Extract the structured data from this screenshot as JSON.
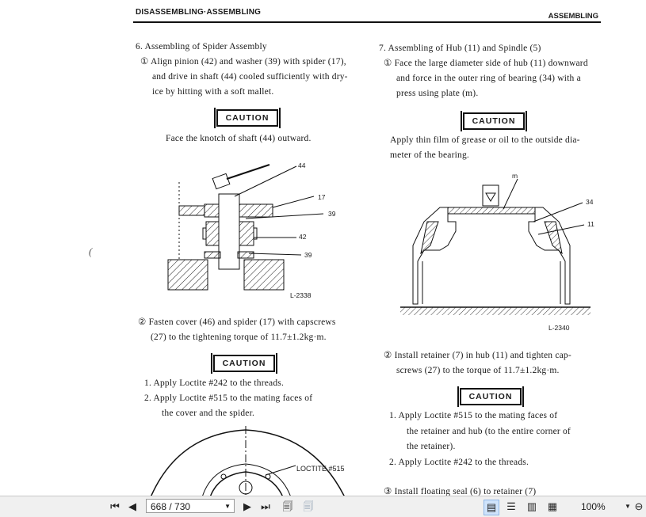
{
  "header": {
    "left": "DISASSEMBLING·ASSEMBLING",
    "right": "ASSEMBLING"
  },
  "left_col": {
    "s6_title": "6.   Assembling of Spider Assembly",
    "s6_step1_l1": "①  Align pinion (42) and washer (39) with spider (17),",
    "s6_step1_l2": "and drive in shaft (44) cooled sufficiently with dry-",
    "s6_step1_l3": "ice by hitting with a soft mallet.",
    "caution1": "CAUTION",
    "caution1_text": "Face the knotch of shaft (44) outward.",
    "fig1_labels": {
      "l44": "44",
      "l17": "17",
      "l39a": "39",
      "l42": "42",
      "l39b": "39",
      "code": "L-2338"
    },
    "s6_step2_l1": "②  Fasten  cover (46)  and  spider (17)  with  capscrews",
    "s6_step2_l2": "(27)  to  the  tightening torque of  11.7±1.2kg·m.",
    "caution2": "CAUTION",
    "c2_item1": "1.   Apply  Loctite  #242  to  the  threads.",
    "c2_item2_l1": "2.   Apply  Loctite  #515  to  the  mating faces of",
    "c2_item2_l2": "the  cover  and  the  spider.",
    "fig3_label": "LOCTITE #515"
  },
  "right_col": {
    "s7_title": "7.   Assembling of Hub (11) and Spindle (5)",
    "s7_step1_l1": "①  Face  the  large diameter side of hub (11) downward",
    "s7_step1_l2": "and  force  in  the  outer ring of bearing (34) with a",
    "s7_step1_l3": "press using plate (m).",
    "caution3": "CAUTION",
    "c3_l1": "Apply  thin film of  grease  or oil to the outside dia-",
    "c3_l2": "meter  of  the  bearing.",
    "fig2_labels": {
      "m": "m",
      "l34": "34",
      "l11": "11",
      "code": "L-2340"
    },
    "s7_step2_l1": "②  Install  retainer (7)  in  hub (11)  and  tighten  cap-",
    "s7_step2_l2": "screws (27)  to  the  torque  of  11.7±1.2kg·m.",
    "caution4": "CAUTION",
    "c4_item1_l1": "1.   Apply  Loctite  #515  to  the  mating  faces  of",
    "c4_item1_l2": "the  retainer  and  hub  (to  the  entire  corner  of",
    "c4_item1_l3": "the  retainer).",
    "c4_item2": "2.   Apply  Loctite  #242  to  the  threads.",
    "s7_step3": "③  Install  floating  seal (6)  to  retainer (7)"
  },
  "toolbar": {
    "page_value": "668 / 730",
    "zoom": "100%",
    "icons": [
      "first-page-icon",
      "prev-page-icon",
      "next-page-icon",
      "last-page-icon",
      "prev-view-icon",
      "next-view-icon",
      "single-page-icon",
      "continuous-icon",
      "facing-icon",
      "continuous-facing-icon",
      "zoom-dropdown-icon",
      "zoom-out-icon"
    ]
  }
}
